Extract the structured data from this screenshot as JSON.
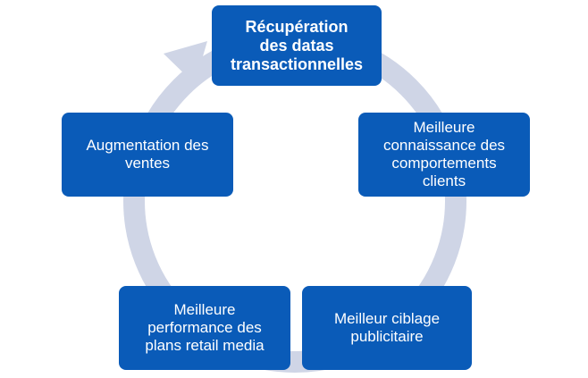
{
  "cycle": {
    "nodes": [
      {
        "id": "recuperation",
        "label": "Récupération\ndes datas\ntransactionnelles",
        "bold": true
      },
      {
        "id": "connaissance",
        "label": "Meilleure\nconnaissance des\ncomportements\nclients",
        "bold": false
      },
      {
        "id": "ciblage",
        "label": "Meilleur ciblage\npublicitaire",
        "bold": false
      },
      {
        "id": "performance",
        "label": "Meilleure\nperformance des\nplans retail media",
        "bold": false
      },
      {
        "id": "ventes",
        "label": "Augmentation des\nventes",
        "bold": false
      }
    ],
    "colors": {
      "node_fill": "#0a5bb8",
      "node_text": "#ffffff",
      "ring": "#cfd5e6"
    }
  }
}
